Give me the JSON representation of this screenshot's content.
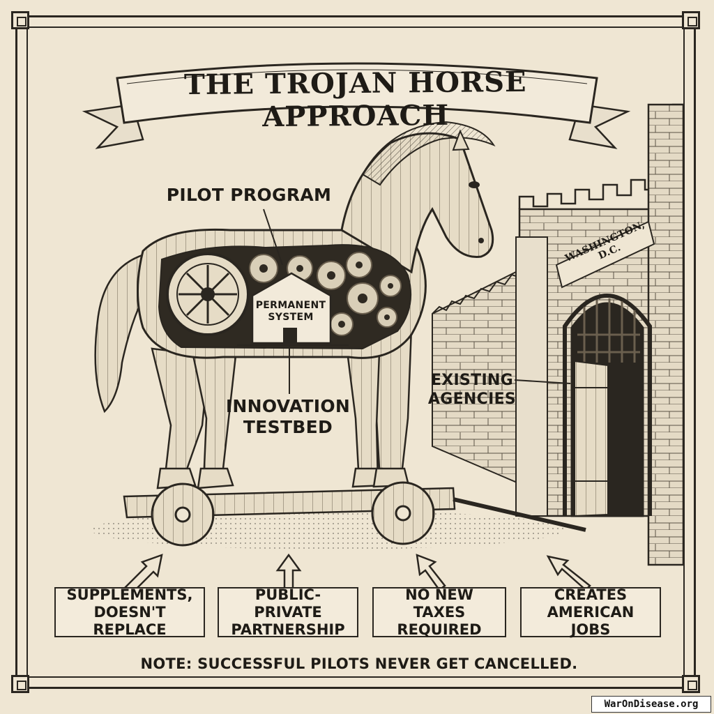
{
  "title": "THE TROJAN HORSE APPROACH",
  "labels": {
    "pilot_program": "PILOT PROGRAM",
    "permanent_system": "PERMANENT SYSTEM",
    "innovation_testbed": "INNOVATION TESTBED",
    "existing_agencies": "EXISTING AGENCIES",
    "washington_sign": "WASHINGTON, D.C."
  },
  "boxes": [
    {
      "label": "SUPPLEMENTS, DOESN'T REPLACE"
    },
    {
      "label": "PUBLIC-PRIVATE PARTNERSHIP"
    },
    {
      "label": "NO NEW TAXES REQUIRED"
    },
    {
      "label": "CREATES AMERICAN JOBS"
    }
  ],
  "note": "NOTE: SUCCESSFUL PILOTS NEVER GET CANCELLED.",
  "watermark": "WarOnDisease.org",
  "colors": {
    "ink": "#2a2620",
    "paper": "#efe6d3",
    "wood": "#e6dcc6"
  }
}
